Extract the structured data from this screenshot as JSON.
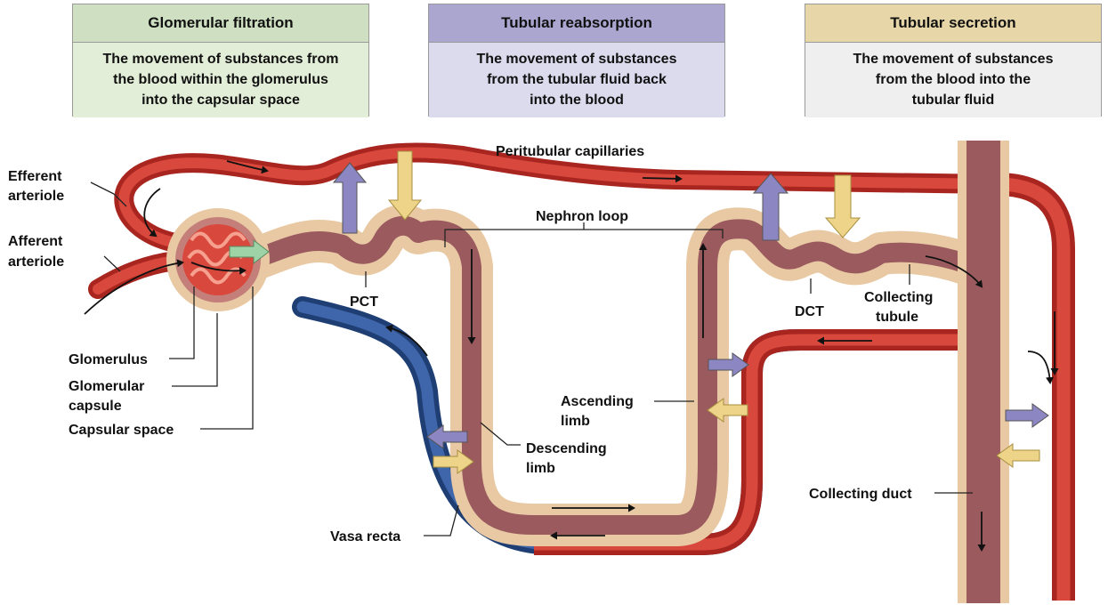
{
  "panels": {
    "filtration": {
      "title": "Glomerular filtration",
      "line1": "The movement of substances from",
      "line2": "the blood within the glomerulus",
      "line3": "into the capsular space",
      "header_color": "#cfe0c2",
      "body_color": "#e3eed8"
    },
    "reabsorption": {
      "title": "Tubular reabsorption",
      "line1": "The movement of substances",
      "line2": "from the tubular fluid back",
      "line3": "into the blood",
      "header_color": "#aaa6d0",
      "body_color": "#dcdbee"
    },
    "secretion": {
      "title": "Tubular secretion",
      "line1": "The movement of substances",
      "line2": "from the blood into the",
      "line3": "tubular fluid",
      "header_color": "#e6d6a8",
      "body_color": "#efefef"
    }
  },
  "labels": {
    "efferent_1": "Efferent",
    "efferent_2": "arteriole",
    "afferent_1": "Afferent",
    "afferent_2": "arteriole",
    "glomerulus": "Glomerulus",
    "capsule_1": "Glomerular",
    "capsule_2": "capsule",
    "capsular_space": "Capsular space",
    "pct": "PCT",
    "peritubular": "Peritubular capillaries",
    "nephron_loop": "Nephron loop",
    "vasa_recta": "Vasa recta",
    "descending_1": "Descending",
    "descending_2": "limb",
    "ascending_1": "Ascending",
    "ascending_2": "limb",
    "dct": "DCT",
    "collecting_tubule_1": "Collecting",
    "collecting_tubule_2": "tubule",
    "collecting_duct": "Collecting duct"
  },
  "colors": {
    "artery": "#c8312a",
    "artery_light": "#e2574a",
    "vein": "#2a4f8c",
    "vein_light": "#4d74b8",
    "tubule_wall": "#e8c9a3",
    "tubule_lumen": "#9a5a5e",
    "reabsorption_arrow": "#8c86c2",
    "secretion_arrow": "#edd489",
    "filtration_arrow": "#9ed3a8"
  }
}
